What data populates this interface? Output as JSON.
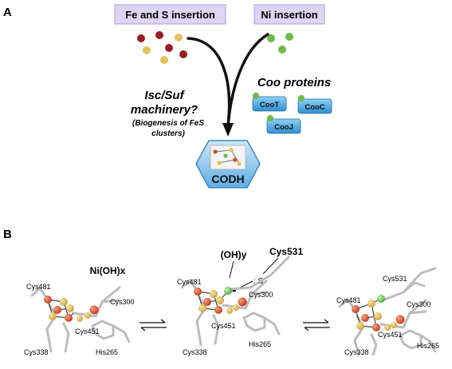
{
  "panels": {
    "a_label": "A",
    "b_label": "B"
  },
  "panel_a": {
    "fe_s_box": "Fe and S insertion",
    "ni_box": "Ni insertion",
    "isc_line1": "Isc/Suf",
    "isc_line2": "machinery?",
    "biogenesis_line1": "(Biogenesis of FeS",
    "biogenesis_line2": "clusters)",
    "coo_title": "Coo proteins",
    "coo_t": "CooT",
    "coo_c": "CooC",
    "coo_j": "CooJ",
    "codh": "CODH"
  },
  "panel_b": {
    "ni_oh_x": "Ni(OH)x",
    "oh_y": "(OH)y",
    "cys531_bold": "Cys531",
    "s_label": ": S",
    "left": {
      "cys481": "Cys481",
      "cys300": "Cys300",
      "cys451": "Cys451",
      "cys338": "Cys338",
      "his265": "His265"
    },
    "middle": {
      "cys481": "Cys481",
      "cys300": "Cys300",
      "cys451": "Cys451",
      "cys338": "Cys338",
      "his265": "His265"
    },
    "right": {
      "cys481": "Cys481",
      "cys531": "Cys531",
      "cys300": "Cys300",
      "cys451": "Cys451",
      "cys338": "Cys338",
      "his265": "His265"
    }
  },
  "colors": {
    "box_fill": "#ddd6f3",
    "box_stroke": "#a99bd8",
    "fe_dot": "#9b1c24",
    "s_dot": "#e3c25a",
    "ni_dot": "#6dbb45",
    "coo_fill": "#4fa8dc",
    "codh_fill": "#8fc7ec"
  }
}
